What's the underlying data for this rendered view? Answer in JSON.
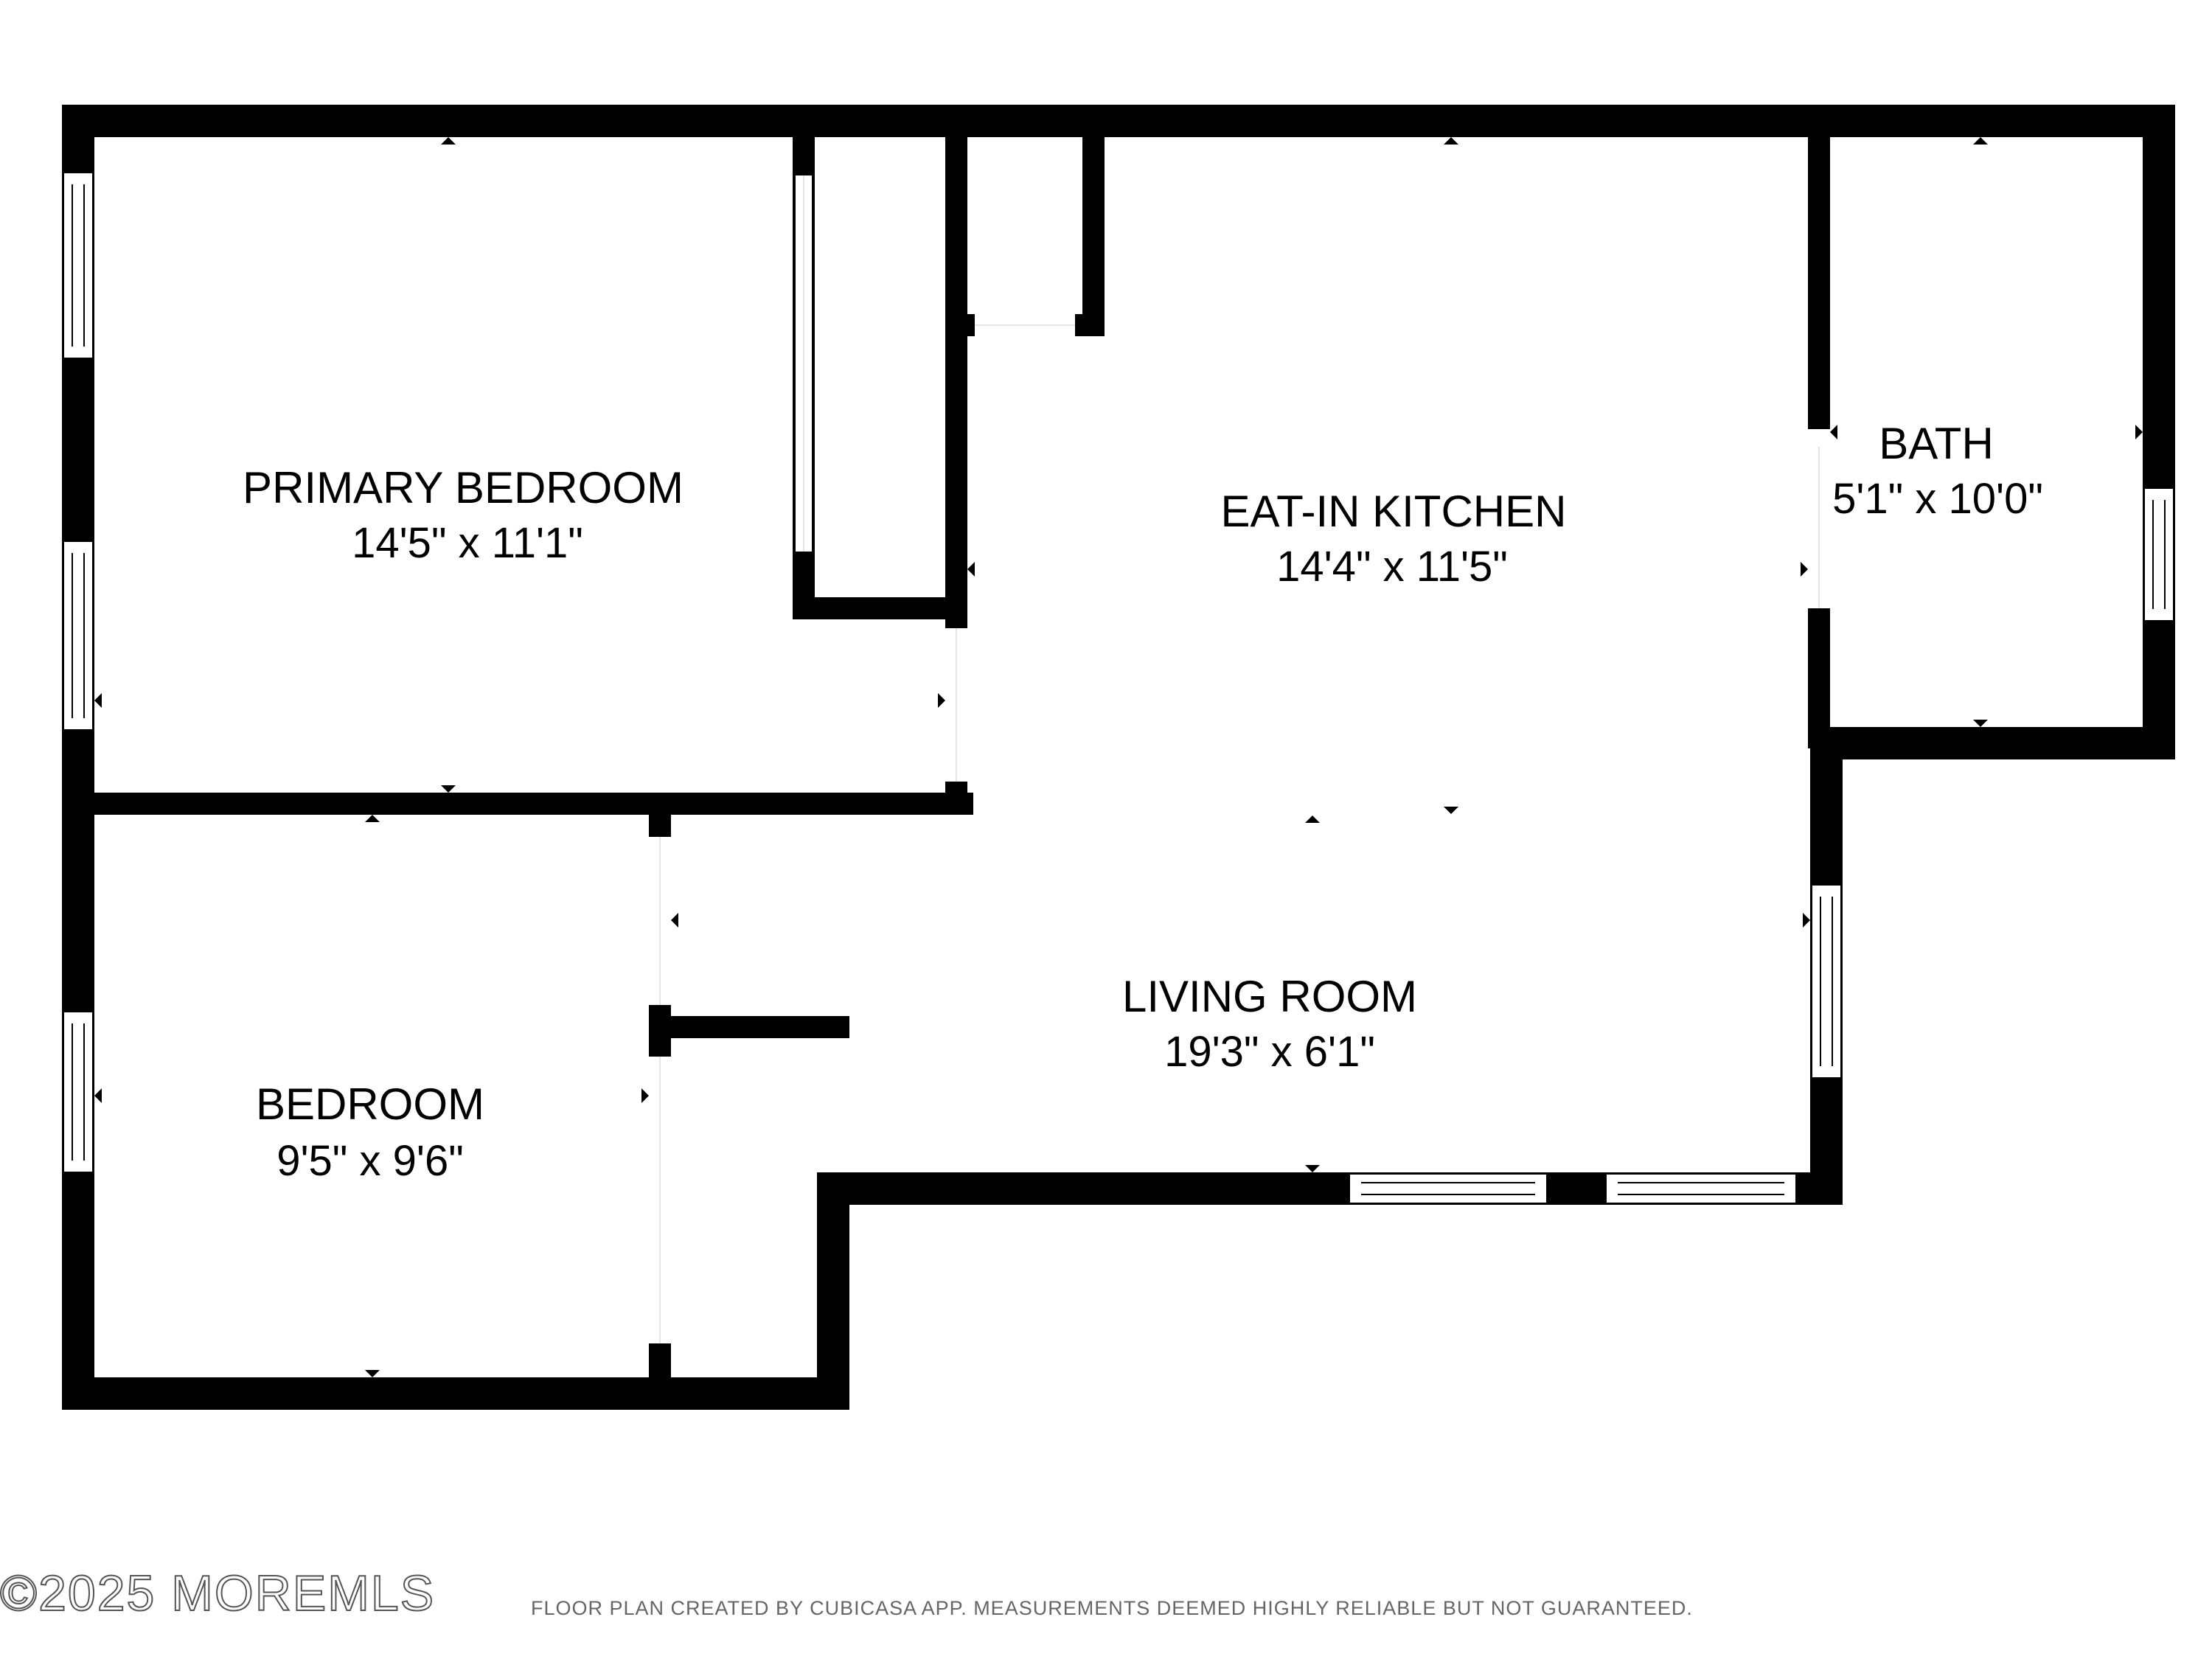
{
  "floor_plan": {
    "rooms": [
      {
        "id": "primary-bedroom",
        "name": "PRIMARY BEDROOM",
        "dimensions": "14'5\" x 11'1\""
      },
      {
        "id": "eat-in-kitchen",
        "name": "EAT-IN KITCHEN",
        "dimensions": "14'4\" x 11'5\""
      },
      {
        "id": "bath",
        "name": "BATH",
        "dimensions": "5'1\" x 10'0\""
      },
      {
        "id": "living-room",
        "name": "LIVING ROOM",
        "dimensions": "19'3\" x 6'1\""
      },
      {
        "id": "bedroom",
        "name": "BEDROOM",
        "dimensions": "9'5\" x 9'6\""
      }
    ]
  },
  "watermark": "©2025 MOREMLS",
  "disclaimer": "FLOOR PLAN CREATED BY CUBICASA APP. MEASUREMENTS DEEMED HIGHLY RELIABLE BUT NOT GUARANTEED.",
  "colors": {
    "wall": "#000000",
    "background": "#ffffff",
    "caption": "#666666"
  }
}
